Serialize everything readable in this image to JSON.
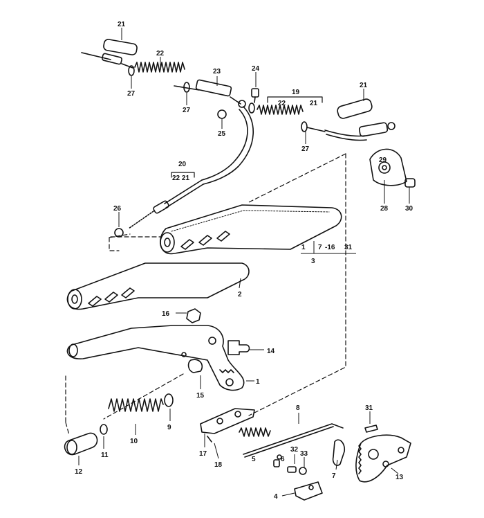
{
  "callouts": [
    "21",
    "22",
    "27",
    "27",
    "23",
    "24",
    "25",
    "19",
    "22",
    "21",
    "27",
    "21",
    "20",
    "22 21",
    "26",
    "29",
    "28",
    "30",
    "1",
    "7",
    "-16",
    "31",
    "3",
    "2",
    "16",
    "14",
    "1",
    "15",
    "9",
    "10",
    "11",
    "12",
    "8",
    "31",
    "17",
    "18",
    "32",
    "33",
    "6",
    "5",
    "7",
    "13",
    "4"
  ]
}
